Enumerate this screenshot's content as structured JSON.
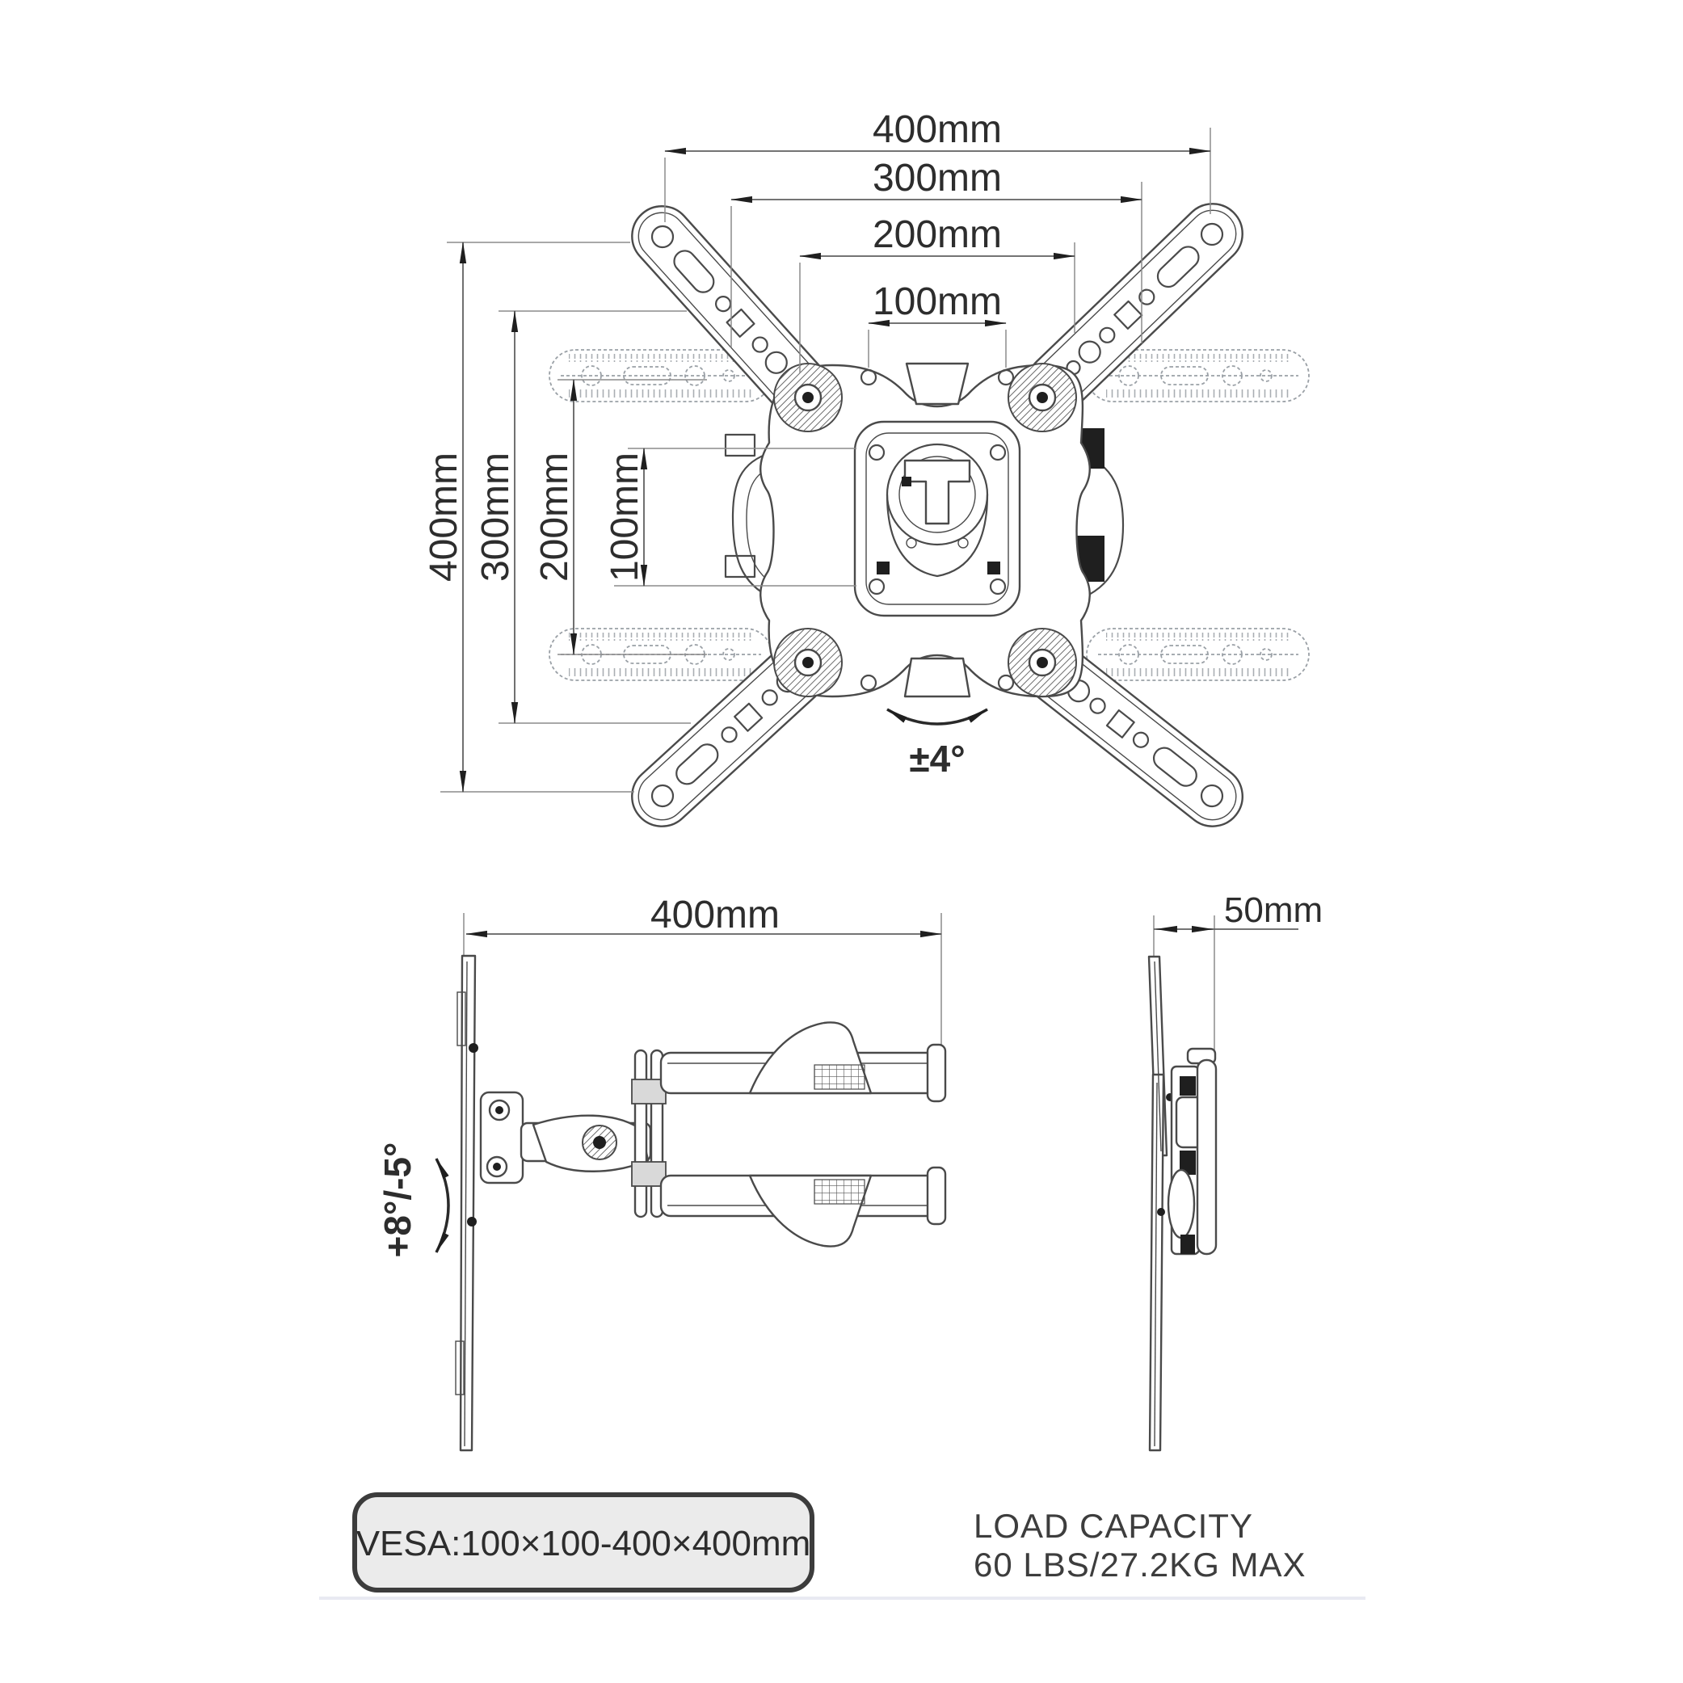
{
  "top_view": {
    "horizontal_dims": [
      "400mm",
      "300mm",
      "200mm",
      "100mm"
    ],
    "vertical_dims": [
      "400mm",
      "300mm",
      "200mm",
      "100mm"
    ],
    "rotation_label": "±4°"
  },
  "side_view": {
    "extension_label": "400mm",
    "tilt_label": "+8°/-5°"
  },
  "profile_view": {
    "depth_label": "50mm"
  },
  "vesa_badge": {
    "text": "VESA:100×100-400×400mm"
  },
  "load_capacity": {
    "line1": "LOAD CAPACITY",
    "line2": "60 LBS/27.2KG MAX"
  },
  "colors": {
    "line": "#4a4a4a",
    "dark": "#1f1f1f",
    "dim": "#606060",
    "ext": "#8c8c8c",
    "ghost": "#9aa0a6",
    "text": "#2d2d2d",
    "badge_fill": "#ebebeb",
    "badge_border": "#3c3c3c",
    "divider": "#e9eaf2",
    "background": "#ffffff"
  }
}
